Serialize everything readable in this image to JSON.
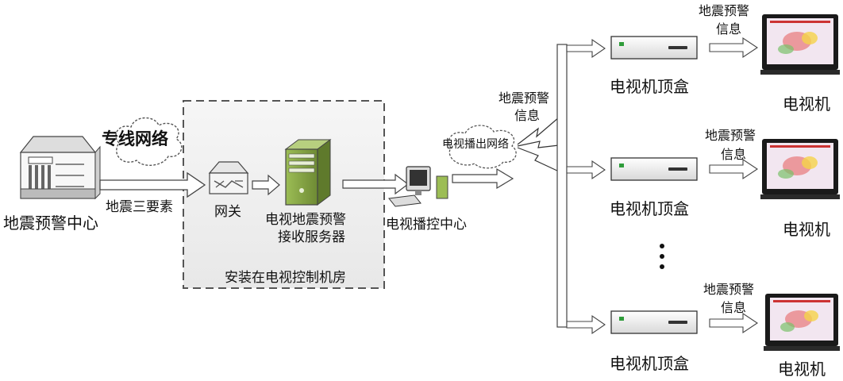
{
  "diagram": {
    "nodes": {
      "eew_center": "地震预警中心",
      "dedicated_network": "专线网络",
      "three_elements": "地震三要素",
      "gateway": "网关",
      "receiver_server_line1": "电视地震预警",
      "receiver_server_line2": "接收服务器",
      "machine_room": "安装在电视控制机房",
      "broadcast_center": "电视播控中心",
      "broadcast_network": "电视播出网络",
      "mid_info_line1": "地震预警",
      "mid_info_line2": "信息"
    },
    "branches": [
      {
        "stb": "电视机顶盒",
        "info_line1": "地震预警",
        "info_line2": "信息",
        "tv": "电视机"
      },
      {
        "stb": "电视机顶盒",
        "info_line1": "地震预警",
        "info_line2": "信息",
        "tv": "电视机"
      },
      {
        "stb": "电视机顶盒",
        "info_line1": "地震预警",
        "info_line2": "信息",
        "tv": "电视机"
      }
    ],
    "colors": {
      "line": "#444444",
      "server_green": "#8aa84a",
      "dashed_box_fill": "#efefef",
      "screen_map_bg": "#f2e6f0"
    }
  }
}
